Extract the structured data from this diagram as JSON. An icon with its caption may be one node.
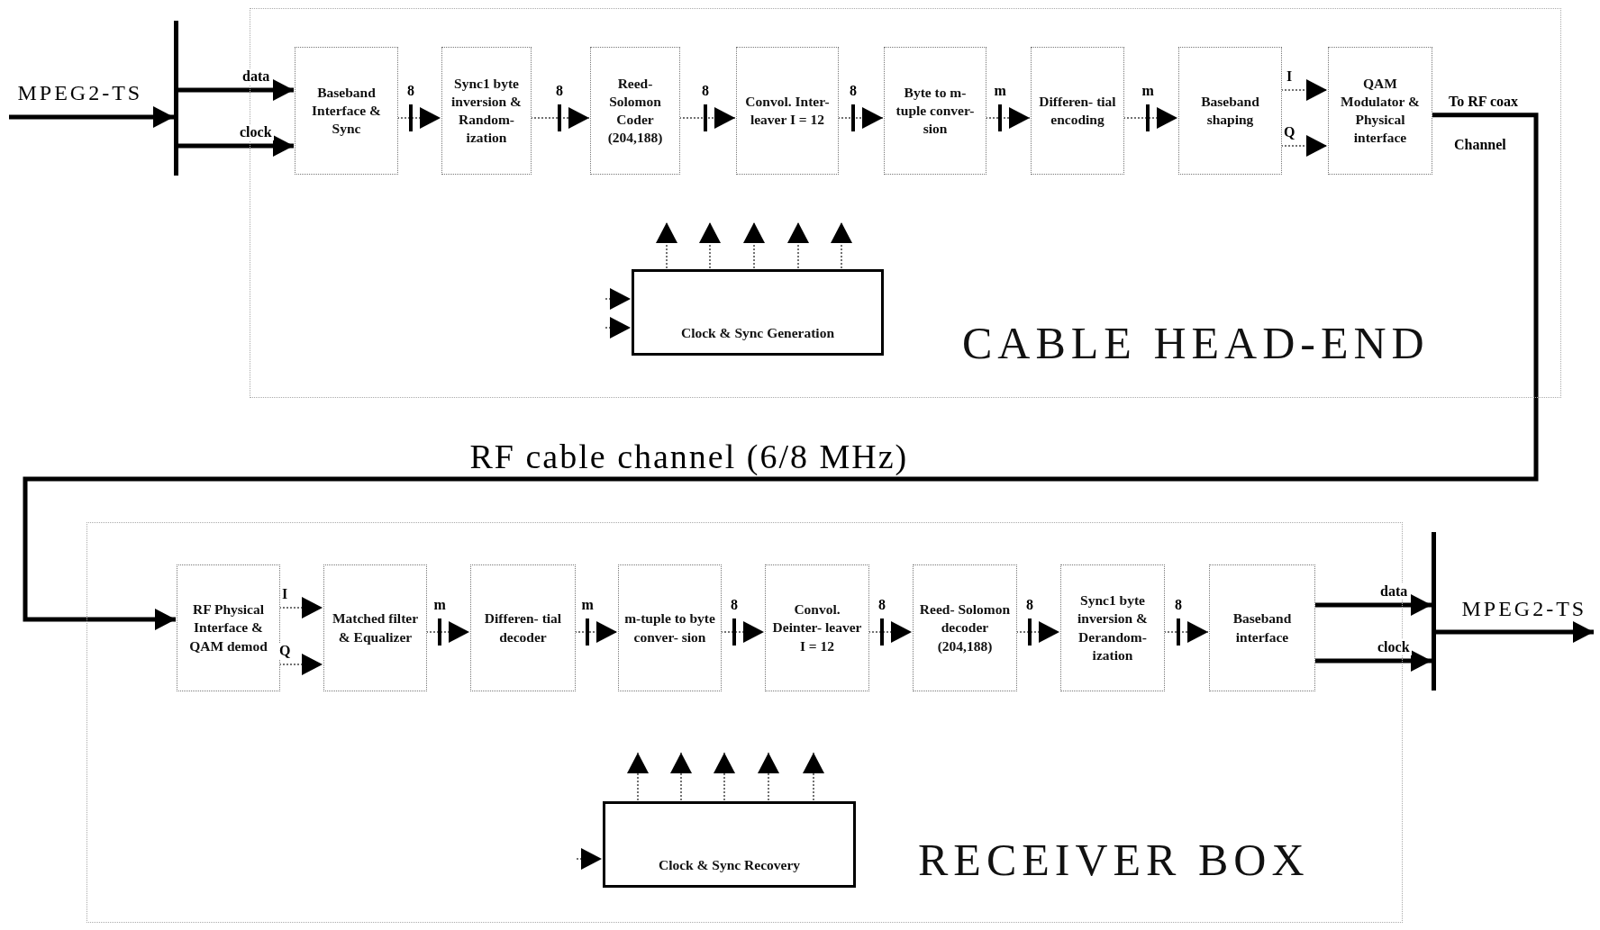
{
  "diagram": {
    "nodes": [
      {
        "text": [],
        "shape": "bar"
      },
      {
        "text": [
          "CABLE HEAD-END"
        ]
      },
      {
        "text": [
          "Baseband Interface & Sync"
        ],
        "in": 1
      },
      {
        "text": [
          "Sync1 byte inversion & Random- ization"
        ],
        "in": 1
      },
      {
        "text": [
          "Reed- Solomon Coder (204,188)"
        ],
        "in": 1
      },
      {
        "text": [
          "Convol. Inter- leaver I = 12"
        ],
        "in": 1
      },
      {
        "text": [
          "Byte to m-tuple conver- sion"
        ],
        "in": 1
      },
      {
        "text": [
          "Differen- tial encoding"
        ],
        "in": 1
      },
      {
        "text": [
          "Baseband shaping"
        ],
        "in": 1
      },
      {
        "text": [
          "QAM Modulator & Physical interface"
        ],
        "in": 1
      },
      {
        "text": [
          "Clock & Sync Generation"
        ],
        "in": 1
      },
      {
        "text": [
          "RECEIVER BOX"
        ]
      },
      {
        "text": [
          "RF Physical Interface & QAM demod"
        ],
        "in": 11
      },
      {
        "text": [
          "Matched filter & Equalizer"
        ],
        "in": 11
      },
      {
        "text": [
          "Differen- tial decoder"
        ],
        "in": 11
      },
      {
        "text": [
          "m-tuple to byte conver- sion"
        ],
        "in": 11
      },
      {
        "text": [
          "Convol. Deinter- leaver I = 12"
        ],
        "in": 11
      },
      {
        "text": [
          "Reed- Solomon decoder (204,188)"
        ],
        "in": 11
      },
      {
        "text": [
          "Sync1 byte inversion & Derandom- ization"
        ],
        "in": 11
      },
      {
        "text": [
          "Baseband interface"
        ],
        "in": 11
      },
      {
        "text": [
          "Clock & Sync Recovery"
        ],
        "in": 11
      },
      {
        "text": [],
        "shape": "bar"
      }
    ],
    "edges": [
      {
        "from": null,
        "to": 0,
        "arrow": "to",
        "label": "MPEG2-TS",
        "style": "thick"
      },
      {
        "from": 0,
        "to": 2,
        "arrow": "to",
        "label": "data",
        "style": "thick"
      },
      {
        "from": 0,
        "to": 2,
        "arrow": "to",
        "label": "clock",
        "style": "thick"
      },
      {
        "from": 2,
        "to": 3,
        "arrow": "to",
        "label": "8",
        "style": "dashed"
      },
      {
        "from": 3,
        "to": 4,
        "arrow": "to",
        "label": "8",
        "style": "dashed"
      },
      {
        "from": 4,
        "to": 5,
        "arrow": "to",
        "label": "8",
        "style": "dashed"
      },
      {
        "from": 5,
        "to": 6,
        "arrow": "to",
        "label": "8",
        "style": "dashed"
      },
      {
        "from": 6,
        "to": 7,
        "arrow": "to",
        "label": "m",
        "style": "dashed"
      },
      {
        "from": 7,
        "to": 8,
        "arrow": "to",
        "label": "m",
        "style": "dashed"
      },
      {
        "from": 8,
        "to": 9,
        "arrow": "to",
        "label": "I",
        "style": "dashed"
      },
      {
        "from": 8,
        "to": 9,
        "arrow": "to",
        "label": "Q",
        "style": "dashed"
      },
      {
        "from": 9,
        "to": 12,
        "arrow": "to",
        "label": "RF cable channel (6/8 MHz)",
        "style": "thick"
      },
      {
        "from": 10,
        "to": null,
        "arrow": "to",
        "style": "dashed"
      },
      {
        "from": 10,
        "to": null,
        "arrow": "to",
        "style": "dashed"
      },
      {
        "from": 10,
        "to": null,
        "arrow": "to",
        "style": "dashed"
      },
      {
        "from": 10,
        "to": null,
        "arrow": "to",
        "style": "dashed"
      },
      {
        "from": 10,
        "to": null,
        "arrow": "to",
        "style": "dashed"
      },
      {
        "from": null,
        "to": 10,
        "arrow": "to",
        "style": "dashed"
      },
      {
        "from": null,
        "to": 10,
        "arrow": "to",
        "style": "dashed"
      },
      {
        "from": 12,
        "to": 13,
        "arrow": "to",
        "label": "I",
        "style": "dashed"
      },
      {
        "from": 12,
        "to": 13,
        "arrow": "to",
        "label": "Q",
        "style": "dashed"
      },
      {
        "from": 13,
        "to": 14,
        "arrow": "to",
        "label": "m",
        "style": "dashed"
      },
      {
        "from": 14,
        "to": 15,
        "arrow": "to",
        "label": "m",
        "style": "dashed"
      },
      {
        "from": 15,
        "to": 16,
        "arrow": "to",
        "label": "8",
        "style": "dashed"
      },
      {
        "from": 16,
        "to": 17,
        "arrow": "to",
        "label": "8",
        "style": "dashed"
      },
      {
        "from": 17,
        "to": 18,
        "arrow": "to",
        "label": "8",
        "style": "dashed"
      },
      {
        "from": 18,
        "to": 19,
        "arrow": "to",
        "label": "8",
        "style": "dashed"
      },
      {
        "from": 19,
        "to": 21,
        "arrow": "to",
        "label": "data",
        "style": "thick"
      },
      {
        "from": 19,
        "to": 21,
        "arrow": "to",
        "label": "clock",
        "style": "thick"
      },
      {
        "from": 21,
        "to": null,
        "arrow": "to",
        "label": "MPEG2-TS",
        "style": "thick"
      },
      {
        "from": 20,
        "to": null,
        "arrow": "to",
        "style": "dashed"
      },
      {
        "from": 20,
        "to": null,
        "arrow": "to",
        "style": "dashed"
      },
      {
        "from": 20,
        "to": null,
        "arrow": "to",
        "style": "dashed"
      },
      {
        "from": 20,
        "to": null,
        "arrow": "to",
        "style": "dashed"
      },
      {
        "from": 20,
        "to": null,
        "arrow": "to",
        "style": "dashed"
      },
      {
        "from": null,
        "to": 20,
        "arrow": "to",
        "style": "dashed"
      }
    ],
    "labels": [
      "To RF coax",
      "Channel"
    ]
  }
}
